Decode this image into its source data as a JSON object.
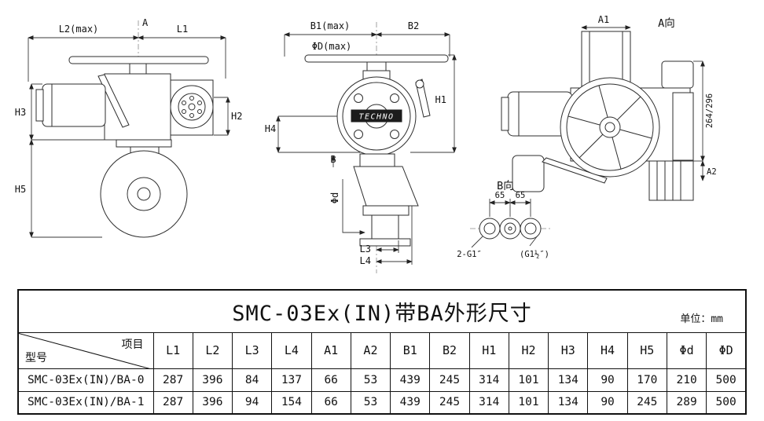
{
  "drawings": {
    "left_view": {
      "dim_l2": "L2(max)",
      "dim_a": "A",
      "dim_l1": "L1",
      "dim_h3": "H3",
      "dim_h5": "H5",
      "dim_h2": "H2"
    },
    "front_view": {
      "dim_b1": "B1(max)",
      "dim_b2": "B2",
      "dim_phiD": "ΦD(max)",
      "dim_h4": "H4",
      "dim_h1": "H1",
      "dim_b": "B",
      "dim_phid": "Φd",
      "dim_l3": "L3",
      "dim_l4": "L4",
      "brand": "TECHNO"
    },
    "a_view": {
      "label": "A向",
      "dim_a1": "A1",
      "dim_height": "264/296",
      "dim_a2": "A2"
    },
    "b_view": {
      "label": "B向",
      "dim_65a": "65",
      "dim_65b": "65",
      "thread_main": "2-G1″",
      "thread_alt": "(G1½″)"
    }
  },
  "table": {
    "title": "SMC-03Ex(IN)带BA外形尺寸",
    "unit_label": "单位：mm",
    "corner_top": "项目",
    "corner_bottom": "型号",
    "columns": [
      "L1",
      "L2",
      "L3",
      "L4",
      "A1",
      "A2",
      "B1",
      "B2",
      "H1",
      "H2",
      "H3",
      "H4",
      "H5",
      "Φd",
      "ΦD"
    ],
    "rows": [
      {
        "model": "SMC-03Ex(IN)/BA-0",
        "values": [
          "287",
          "396",
          "84",
          "137",
          "66",
          "53",
          "439",
          "245",
          "314",
          "101",
          "134",
          "90",
          "170",
          "210",
          "500"
        ]
      },
      {
        "model": "SMC-03Ex(IN)/BA-1",
        "values": [
          "287",
          "396",
          "94",
          "154",
          "66",
          "53",
          "439",
          "245",
          "314",
          "101",
          "134",
          "90",
          "245",
          "289",
          "500"
        ]
      }
    ]
  }
}
